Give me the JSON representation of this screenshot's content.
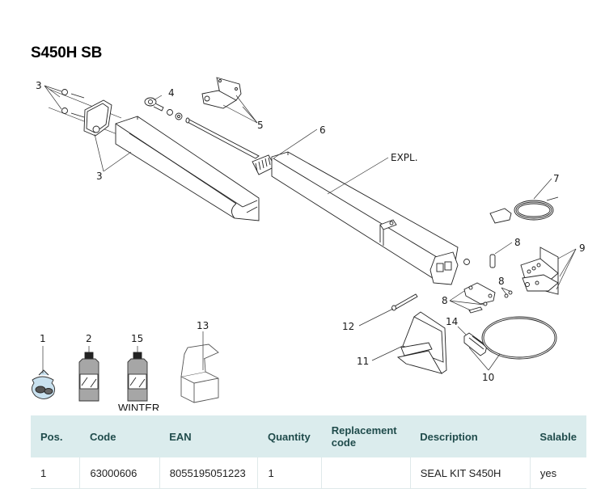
{
  "page": {
    "title": "S450H SB"
  },
  "diagram": {
    "callouts": {
      "p1": "1",
      "p2": "2",
      "p3a": "3",
      "p3b": "3",
      "p4": "4",
      "p5": "5",
      "p6": "6",
      "expl": "EXPL.",
      "p7": "7",
      "p8a": "8",
      "p8b": "8",
      "p8c": "8",
      "p9": "9",
      "p10": "10",
      "p11": "11",
      "p12": "12",
      "p13": "13",
      "p14": "14",
      "p15": "15"
    },
    "winter_label": "WINTER"
  },
  "table": {
    "headers": [
      "Pos.",
      "Code",
      "EAN",
      "Quantity",
      "Replacement code",
      "Description",
      "Salable"
    ],
    "header_replacement_line1": "Replacement",
    "header_replacement_line2": "code",
    "rows": [
      {
        "pos": "1",
        "code": "63000606",
        "ean": "8055195051223",
        "quantity": "1",
        "replacement_code": "",
        "description": "SEAL KIT S450H",
        "salable": "yes"
      }
    ]
  }
}
